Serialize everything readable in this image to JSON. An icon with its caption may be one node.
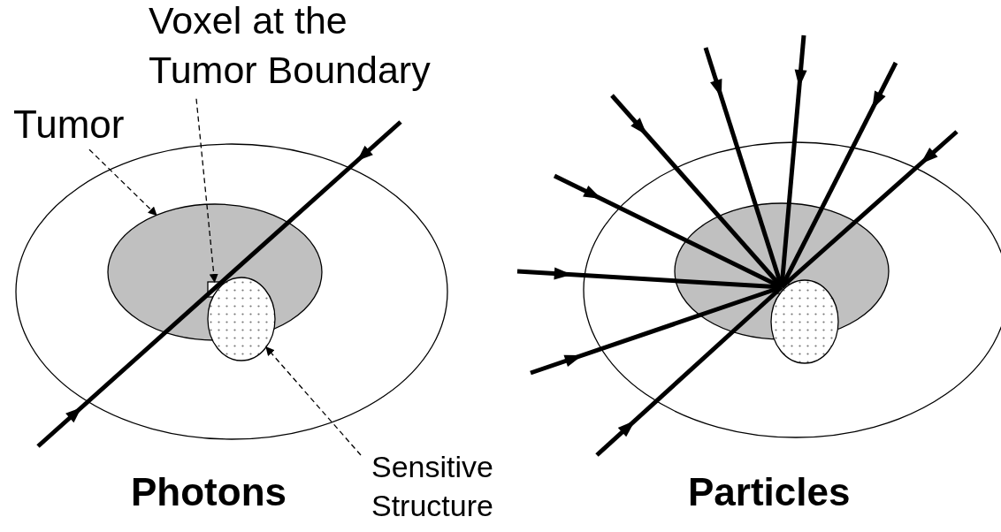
{
  "diagram": {
    "nodes": [
      {
        "text": [],
        "shape": "ellipse"
      },
      {
        "text": [
          "Tumor"
        ]
      },
      {
        "text": [
          "Voxel at the Tumor Boundary"
        ]
      },
      {
        "text": [],
        "shape": "ellipse",
        "in": 0
      },
      {
        "text": [],
        "shape": "box",
        "in": 3
      },
      {
        "text": [],
        "shape": "ellipse",
        "in": 0
      },
      {
        "text": [
          "Sensitive Structure"
        ]
      },
      {
        "text": [],
        "shape": "ellipse"
      },
      {
        "text": [],
        "shape": "ellipse",
        "in": 7
      },
      {
        "text": [],
        "shape": "ellipse",
        "in": 7
      },
      {
        "text": [],
        "shape": "box",
        "in": 8
      }
    ],
    "edges": [
      {
        "from": 1,
        "to": 3,
        "arrow": "to",
        "style": "dashed"
      },
      {
        "from": 2,
        "to": 4,
        "arrow": "to",
        "style": "dashed"
      },
      {
        "from": 6,
        "to": 5,
        "arrow": "to",
        "style": "dashed"
      }
    ],
    "labels": [
      "Photons",
      "Particles"
    ]
  }
}
